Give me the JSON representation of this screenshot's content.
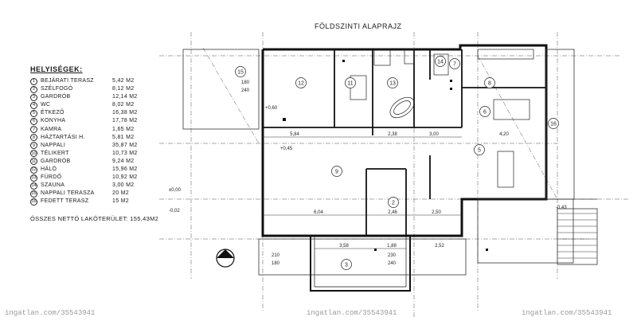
{
  "title": "FÖLDSZINTI ALAPRAJZ",
  "legend": {
    "heading": "HELYISÉGEK:",
    "rooms": [
      {
        "num": "1",
        "name": "BEJÁRATI TERASZ",
        "area": "5,42 M2"
      },
      {
        "num": "2",
        "name": "SZÉLFOGÓ",
        "area": "8,12 M2"
      },
      {
        "num": "3",
        "name": "GARDRÓB",
        "area": "12,14 M2"
      },
      {
        "num": "4",
        "name": "WC",
        "area": "8,02 M2"
      },
      {
        "num": "5",
        "name": "ÉTKEZŐ",
        "area": "16,38 M2"
      },
      {
        "num": "6",
        "name": "KONYHA",
        "area": "17,78 M2"
      },
      {
        "num": "7",
        "name": "KAMRA",
        "area": "1,65 M2"
      },
      {
        "num": "8",
        "name": "HÁZTARTÁSI H.",
        "area": "5,81 M2"
      },
      {
        "num": "9",
        "name": "NAPPALI",
        "area": "35,87 M2"
      },
      {
        "num": "10",
        "name": "TÉLIKERT",
        "area": "10,73 M2"
      },
      {
        "num": "11",
        "name": "GARDRÓB",
        "area": "9,24 M2"
      },
      {
        "num": "12",
        "name": "HÁLÓ",
        "area": "15,96 M2"
      },
      {
        "num": "13",
        "name": "FÜRDŐ",
        "area": "10,92 M2"
      },
      {
        "num": "14",
        "name": "SZAUNA",
        "area": "3,00 M2"
      },
      {
        "num": "15",
        "name": "NAPPALI TERASZA",
        "area": "20 M2"
      },
      {
        "num": "16",
        "name": "FEDETT TERASZ",
        "area": "15 M2"
      }
    ],
    "total": "ÖSSZES NETTÓ LAKÓTERÜLET: 155,43M2"
  },
  "plan": {
    "room_tags": [
      "15",
      "12",
      "11",
      "13",
      "14",
      "7",
      "8",
      "6",
      "16",
      "9",
      "2",
      "3",
      "5"
    ],
    "dimensions": [
      "180",
      "240",
      "5,84",
      "2,38",
      "3,00",
      "4,20",
      "6,04",
      "2,46",
      "2,50",
      "3,58",
      "1,88",
      "2,52",
      "230",
      "240",
      "210",
      "180"
    ],
    "levels": [
      "+0,45",
      "±0,00",
      "-0,02",
      "-0,43",
      "+0,60"
    ]
  },
  "watermark": "ingatlan.com/35543941"
}
